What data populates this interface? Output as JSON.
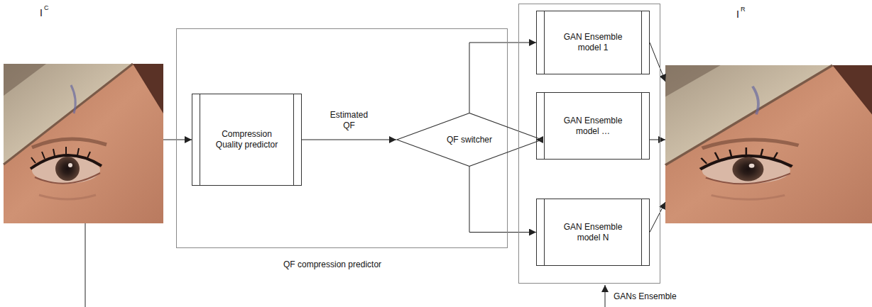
{
  "diagram": {
    "nodes": [
      {
        "text": [
          "I",
          "C"
        ]
      },
      {
        "text": [
          "QF compression predictor"
        ]
      },
      {
        "text": [
          "Compression Quality predictor"
        ],
        "in": 1
      },
      {
        "text": [
          "QF switcher"
        ],
        "in": 1
      },
      {
        "text": [
          "GANs Ensemble"
        ]
      },
      {
        "text": [
          "GAN Ensemble model 1"
        ],
        "in": 4
      },
      {
        "text": [
          "GAN Ensemble model …"
        ],
        "in": 4
      },
      {
        "text": [
          "GAN Ensemble model N"
        ],
        "in": 4
      },
      {
        "text": [
          "I",
          "R"
        ]
      }
    ],
    "edges": [
      {
        "from": 0,
        "to": 2,
        "arrow": "to"
      },
      {
        "from": 2,
        "to": 3,
        "label": "Estimated QF",
        "arrow": "to"
      },
      {
        "from": 3,
        "to": 5,
        "arrow": "to"
      },
      {
        "from": 3,
        "to": 6,
        "arrow": "to"
      },
      {
        "from": 3,
        "to": 7,
        "arrow": "to"
      },
      {
        "from": 5,
        "to": 8,
        "arrow": "to"
      },
      {
        "from": 6,
        "to": 8,
        "arrow": "to"
      },
      {
        "from": 7,
        "to": 8,
        "arrow": "to"
      }
    ]
  }
}
